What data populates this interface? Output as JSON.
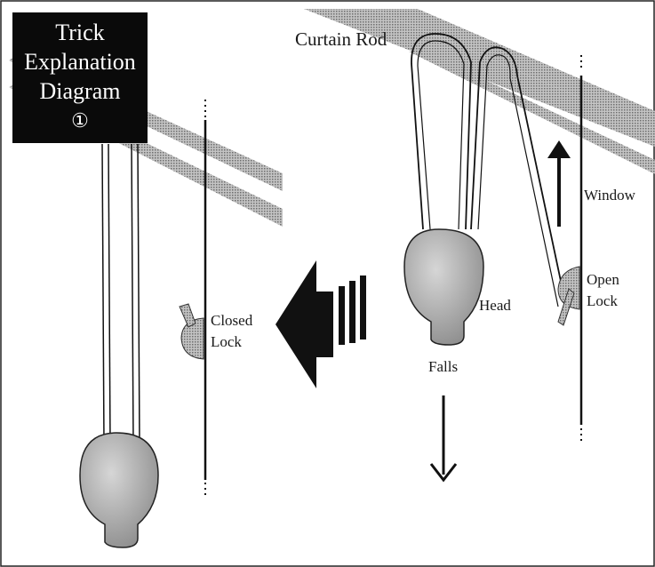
{
  "colors": {
    "ink": "#1a1a1a",
    "title_background": "#0a0a0a",
    "title_text": "#ffffff",
    "rod_hatch": "#9a9a9a",
    "head_fill": "#b8b8b8"
  },
  "title": {
    "line1": "Trick",
    "line2": "Explanation",
    "line3": "Diagram",
    "number": "①"
  },
  "labels": {
    "curtain_rod": "Curtain Rod",
    "window": "Window",
    "open_lock_1": "Open",
    "open_lock_2": "Lock",
    "head": "Head",
    "falls": "Falls",
    "closed_lock_1": "Closed",
    "closed_lock_2": "Lock"
  },
  "icons": {
    "big_arrow": "transition-arrow-left-icon",
    "up_arrow": "arrow-up-icon",
    "down_arrow": "arrow-down-icon"
  }
}
